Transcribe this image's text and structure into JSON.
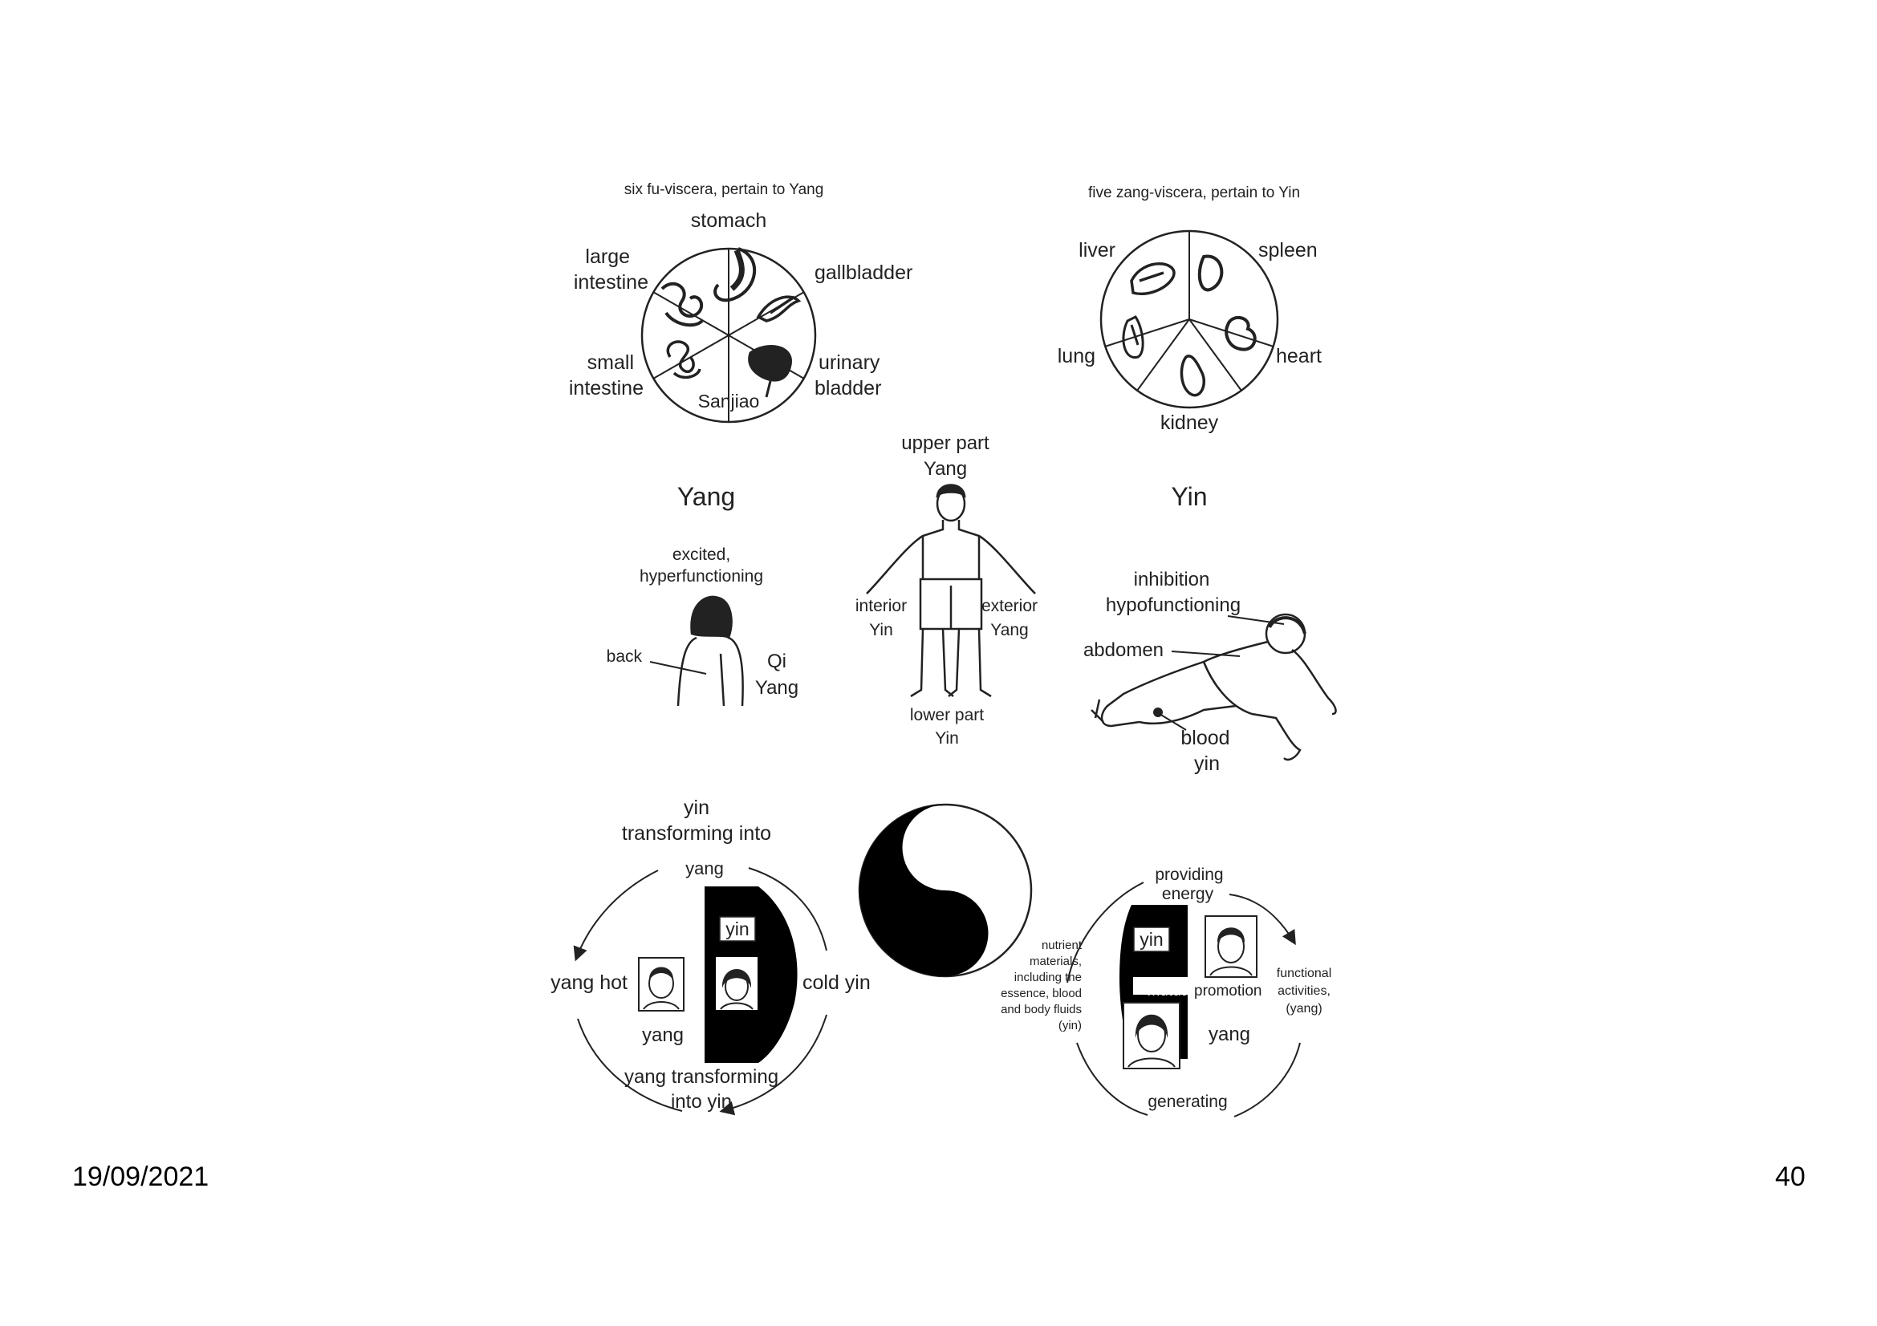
{
  "footer": {
    "date": "19/09/2021",
    "page": "40"
  },
  "six_fu": {
    "caption": "six fu-viscera, pertain to Yang",
    "stomach": "stomach",
    "gallbladder": "gallbladder",
    "urinary_1": "urinary",
    "urinary_2": "bladder",
    "sanjiao": "Sanjiao",
    "small_1": "small",
    "small_2": "intestine",
    "large_1": "large",
    "large_2": "intestine"
  },
  "five_zang": {
    "caption": "five zang-viscera, pertain to Yin",
    "liver": "liver",
    "spleen": "spleen",
    "heart": "heart",
    "kidney": "kidney",
    "lung": "lung"
  },
  "body": {
    "upper_1": "upper part",
    "upper_2": "Yang",
    "interior_1": "interior",
    "interior_2": "Yin",
    "exterior_1": "exterior",
    "exterior_2": "Yang",
    "lower_1": "lower part",
    "lower_2": "Yin"
  },
  "yang_side": {
    "heading": "Yang",
    "excited_1": "excited,",
    "excited_2": "hyperfunctioning",
    "back": "back",
    "qi_1": "Qi",
    "qi_2": "Yang"
  },
  "yin_side": {
    "heading": "Yin",
    "inhibition_1": "inhibition",
    "inhibition_2": "hypofunctioning",
    "abdomen": "abdomen",
    "blood_1": "blood",
    "blood_2": "yin"
  },
  "transform": {
    "top_1": "yin",
    "top_2": "transforming into",
    "top_3": "yang",
    "yin_box": "yin",
    "yang_hot": "yang hot",
    "cold_yin": "cold yin",
    "yang_label": "yang",
    "bottom_1": "yang transforming",
    "bottom_2": "into yin"
  },
  "mutual": {
    "providing_1": "providing",
    "providing_2": "energy",
    "yin_box": "yin",
    "nutrient": [
      "nutrient",
      "materials,",
      "including the",
      "essence, blood",
      "and body fluids",
      "(yin)"
    ],
    "mutual": "mutual",
    "promotion": "promotion",
    "functional": [
      "functional",
      "activities,",
      "(yang)"
    ],
    "yang": "yang",
    "generating": "generating"
  }
}
